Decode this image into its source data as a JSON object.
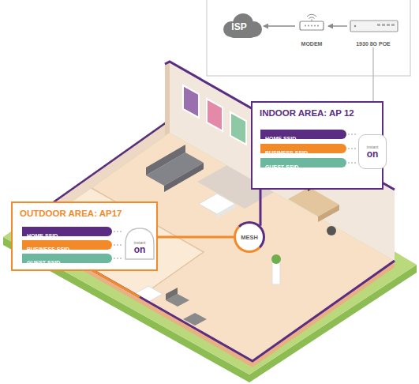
{
  "diagram": {
    "nodes": [
      {
        "text": [
          "ISP"
        ]
      },
      {
        "text": [
          "MODEM"
        ]
      },
      {
        "text": [
          "1930 8G POE"
        ]
      },
      {
        "text": [
          "INDOOR AREA: AP 12"
        ]
      },
      {
        "text": [
          "HOME SSID"
        ],
        "in": 3
      },
      {
        "text": [
          "BUSINESS SSID"
        ],
        "in": 3
      },
      {
        "text": [
          "GUEST SSID"
        ],
        "in": 3
      },
      {
        "text": [
          "instant",
          "on"
        ],
        "in": 3
      },
      {
        "text": [
          "OUTDOOR AREA: AP17"
        ]
      },
      {
        "text": [
          "HOME SSID"
        ],
        "in": 8
      },
      {
        "text": [
          "BUSINESS SSID"
        ],
        "in": 8
      },
      {
        "text": [
          "GUEST SSID"
        ],
        "in": 8
      },
      {
        "text": [
          "instant",
          "on"
        ],
        "in": 8
      },
      {
        "text": [
          "MESH"
        ]
      }
    ],
    "edges": [
      {
        "from": 2,
        "to": 1,
        "arrow": "to"
      },
      {
        "from": 1,
        "to": 0,
        "arrow": "to"
      },
      {
        "from": 2,
        "to": 3,
        "arrow": "none"
      },
      {
        "from": 4,
        "to": 7,
        "arrow": "none"
      },
      {
        "from": 5,
        "to": 7,
        "arrow": "none"
      },
      {
        "from": 6,
        "to": 7,
        "arrow": "none"
      },
      {
        "from": 9,
        "to": 12,
        "arrow": "none"
      },
      {
        "from": 10,
        "to": 12,
        "arrow": "none"
      },
      {
        "from": 11,
        "to": 12,
        "arrow": "none"
      },
      {
        "from": 8,
        "to": 13,
        "arrow": "none"
      },
      {
        "from": 13,
        "to": 3,
        "arrow": "none"
      }
    ]
  }
}
